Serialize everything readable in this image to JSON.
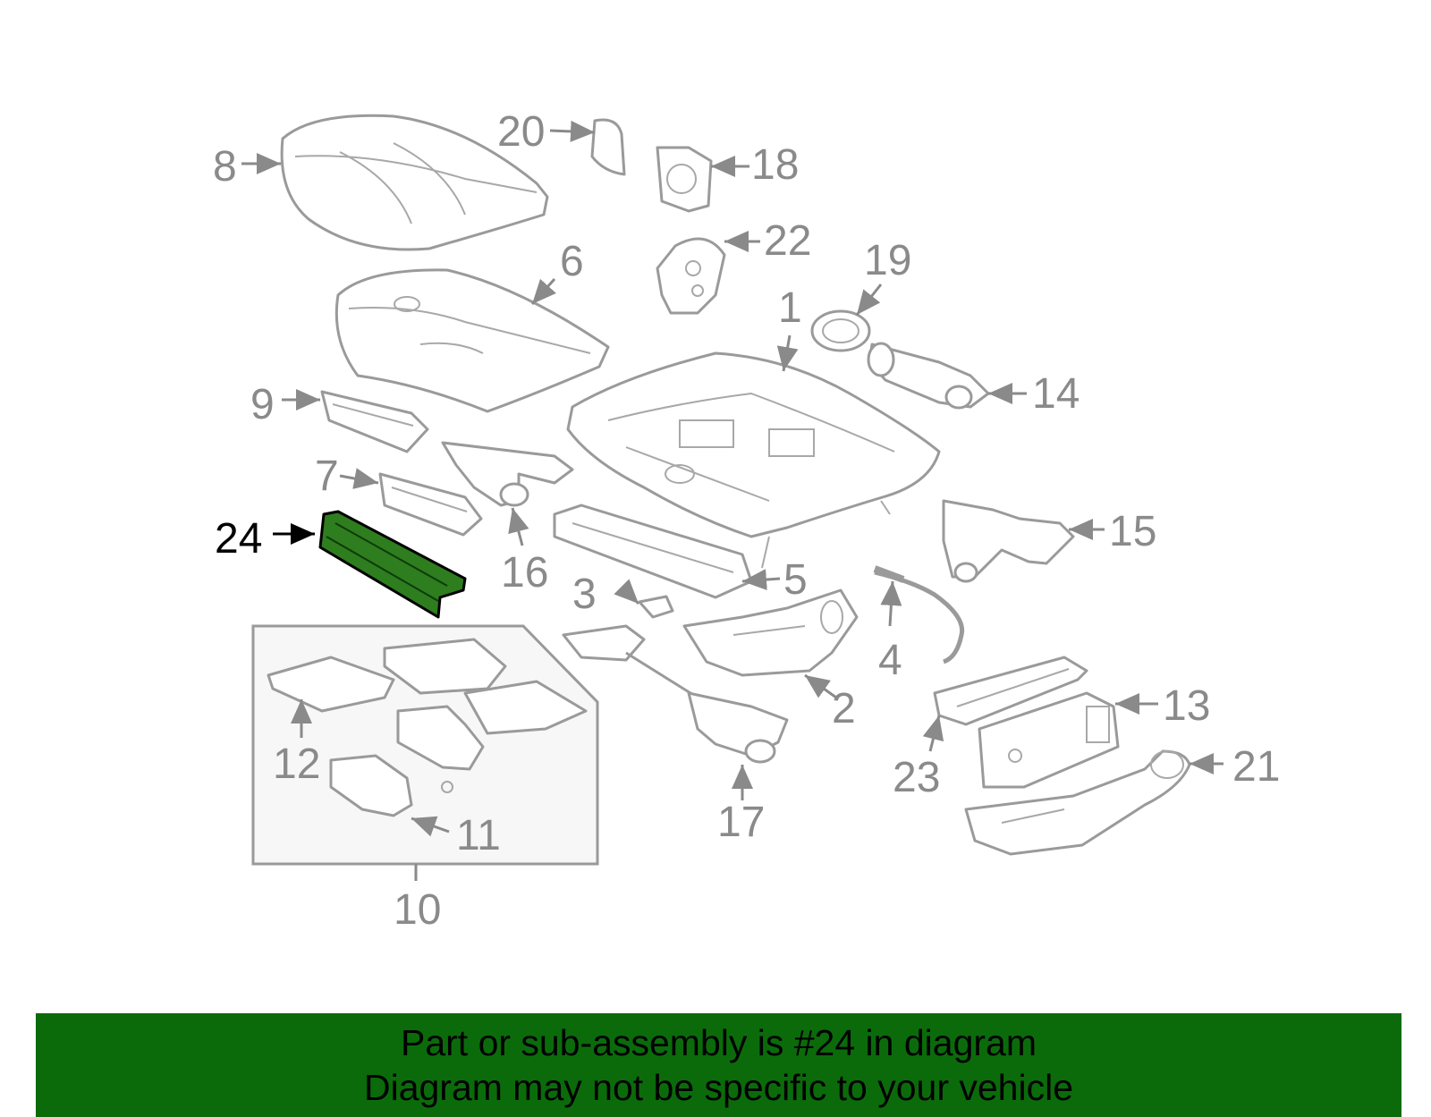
{
  "callouts": [
    {
      "id": "1",
      "label": "1"
    },
    {
      "id": "2",
      "label": "2"
    },
    {
      "id": "3",
      "label": "3"
    },
    {
      "id": "4",
      "label": "4"
    },
    {
      "id": "5",
      "label": "5"
    },
    {
      "id": "6",
      "label": "6"
    },
    {
      "id": "7",
      "label": "7"
    },
    {
      "id": "8",
      "label": "8"
    },
    {
      "id": "9",
      "label": "9"
    },
    {
      "id": "10",
      "label": "10"
    },
    {
      "id": "11",
      "label": "11"
    },
    {
      "id": "12",
      "label": "12"
    },
    {
      "id": "13",
      "label": "13"
    },
    {
      "id": "14",
      "label": "14"
    },
    {
      "id": "15",
      "label": "15"
    },
    {
      "id": "16",
      "label": "16"
    },
    {
      "id": "17",
      "label": "17"
    },
    {
      "id": "18",
      "label": "18"
    },
    {
      "id": "19",
      "label": "19"
    },
    {
      "id": "20",
      "label": "20"
    },
    {
      "id": "21",
      "label": "21"
    },
    {
      "id": "22",
      "label": "22"
    },
    {
      "id": "23",
      "label": "23"
    },
    {
      "id": "24",
      "label": "24"
    }
  ],
  "highlight": {
    "part_number": "24",
    "color": "#2e7d1e"
  },
  "banner": {
    "line1": "Part or sub-assembly is #24 in diagram",
    "line2": "Diagram may not be specific to your vehicle",
    "color": "#0b6b0b"
  }
}
